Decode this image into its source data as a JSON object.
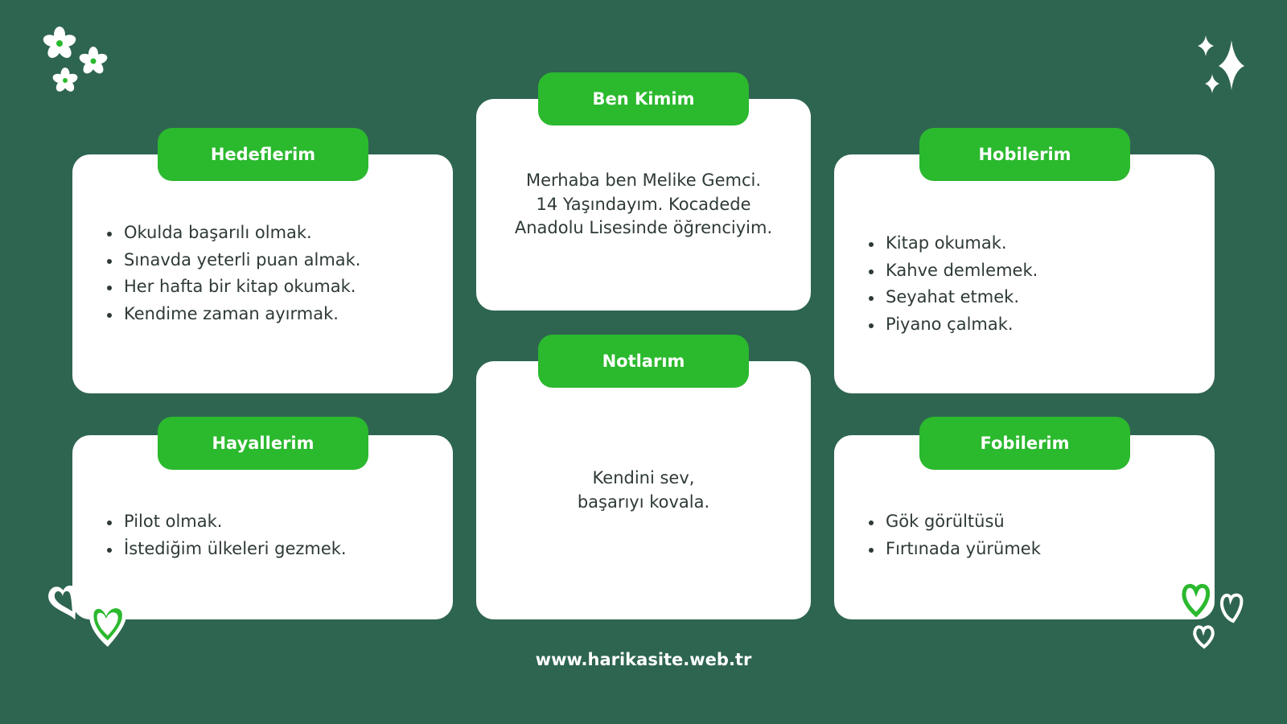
{
  "cards": {
    "hedeflerim": {
      "title": "Hedeflerim",
      "items": [
        "Okulda başarılı olmak.",
        "Sınavda yeterli puan almak.",
        "Her hafta bir kitap okumak.",
        "Kendime zaman ayırmak."
      ]
    },
    "ben_kimim": {
      "title": "Ben Kimim",
      "lines": [
        "Merhaba ben Melike Gemci.",
        "14 Yaşındayım. Kocadede",
        "Anadolu Lisesinde öğrenciyim."
      ]
    },
    "hobilerim": {
      "title": "Hobilerim",
      "items": [
        "Kitap okumak.",
        "Kahve demlemek.",
        "Seyahat etmek.",
        "Piyano çalmak."
      ]
    },
    "hayallerim": {
      "title": "Hayallerim",
      "items": [
        "Pilot olmak.",
        "İstediğim ülkeleri gezmek."
      ]
    },
    "notlarim": {
      "title": "Notlarım",
      "lines": [
        "Kendini sev,",
        "başarıyı kovala."
      ]
    },
    "fobilerim": {
      "title": "Fobilerim",
      "items": [
        "Gök görültüsü",
        "Fırtınada yürümek"
      ]
    }
  },
  "footer": {
    "url": "www.harikasite.web.tr"
  },
  "decorations": {
    "top_left": "flower-icon",
    "top_right": "sparkle-icon",
    "bottom_left": "heart-icon",
    "bottom_right": "heart-icon"
  },
  "colors": {
    "background": "#2e6550",
    "card": "#ffffff",
    "accent": "#2bb92e",
    "text": "#2e3a35"
  }
}
